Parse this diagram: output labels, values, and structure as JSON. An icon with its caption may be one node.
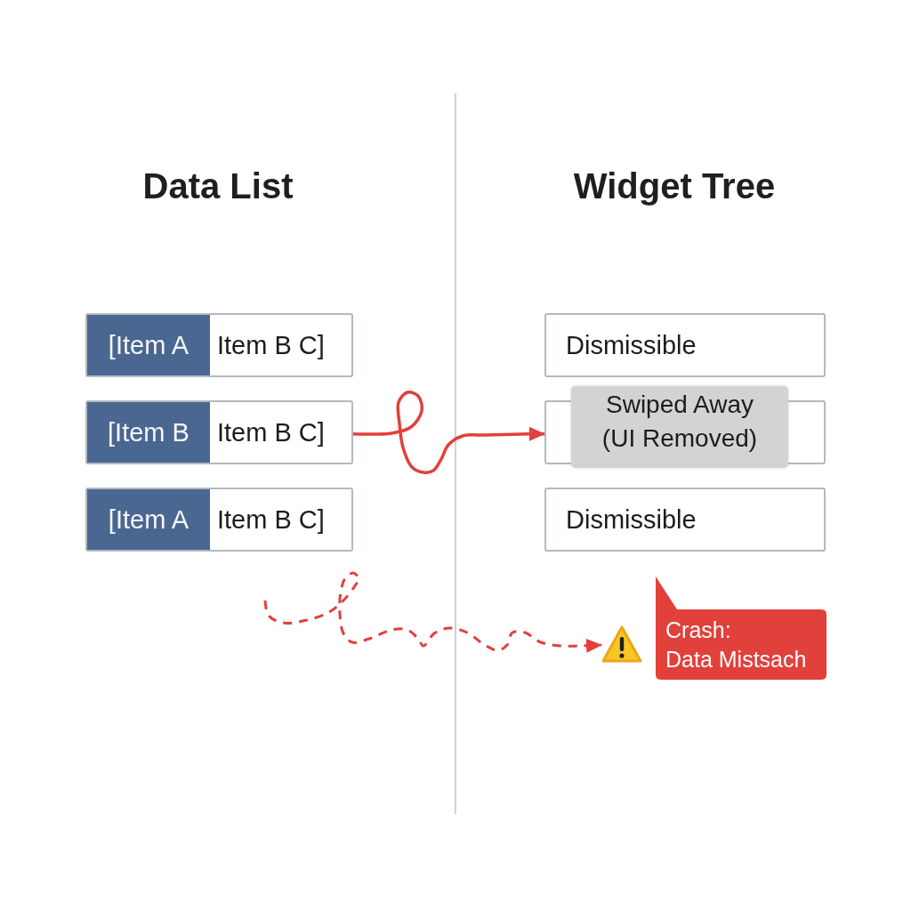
{
  "diagram": {
    "nodes": [
      {
        "text": [
          "[Item A",
          "Item B C]"
        ]
      },
      {
        "text": [
          "[Item B",
          "Item B C]"
        ]
      },
      {
        "text": [
          "[Item A",
          "Item B C]"
        ]
      },
      {
        "text": [
          "Dismissible"
        ]
      },
      {
        "text": [],
        "shape": "box"
      },
      {
        "text": [
          "Swiped Away (UI Removed)"
        ]
      },
      {
        "text": [
          "Dismissible"
        ]
      },
      {
        "text": [],
        "shape": "triangle"
      },
      {
        "text": [
          "Crash:",
          "Data Mistsach"
        ]
      }
    ],
    "edges": [
      {
        "from": 1,
        "to": 4,
        "arrow": "to"
      },
      {
        "from": null,
        "to": 7,
        "arrow": "to",
        "style": "dashed"
      }
    ],
    "labels": [
      "Data List",
      "Widget Tree"
    ]
  }
}
